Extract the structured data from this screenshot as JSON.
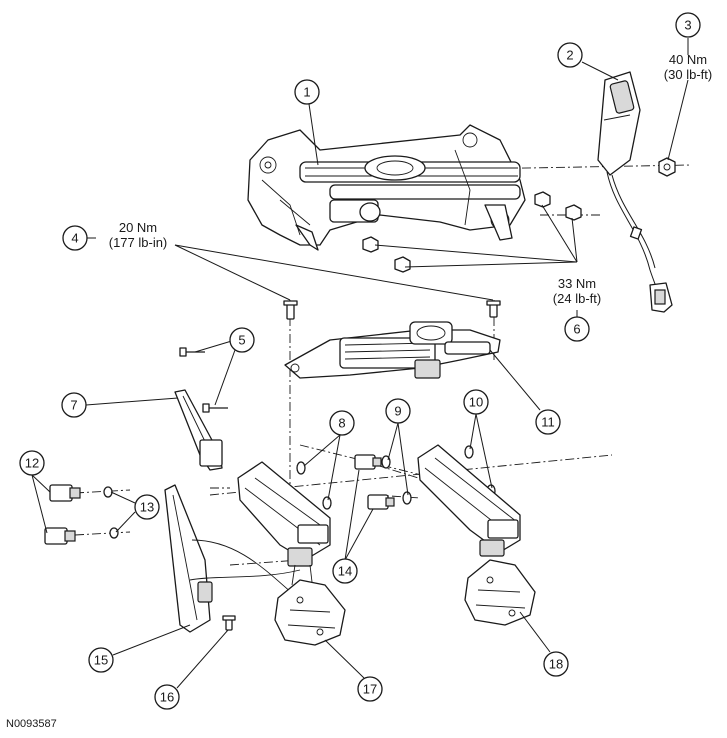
{
  "figure_id": "N0093587",
  "callouts": {
    "c1": "1",
    "c2": "2",
    "c3": "3",
    "c4": "4",
    "c5": "5",
    "c6": "6",
    "c7": "7",
    "c8": "8",
    "c9": "9",
    "c10": "10",
    "c11": "11",
    "c12": "12",
    "c13": "13",
    "c14": "14",
    "c15": "15",
    "c16": "16",
    "c17": "17",
    "c18": "18"
  },
  "torque_specs": {
    "t3_metric": "40 Nm",
    "t3_imperial": "(30 lb-ft)",
    "t4_metric": "20 Nm",
    "t4_imperial": "(177 lb-in)",
    "t6_metric": "33 Nm",
    "t6_imperial": "(24 lb-ft)"
  }
}
